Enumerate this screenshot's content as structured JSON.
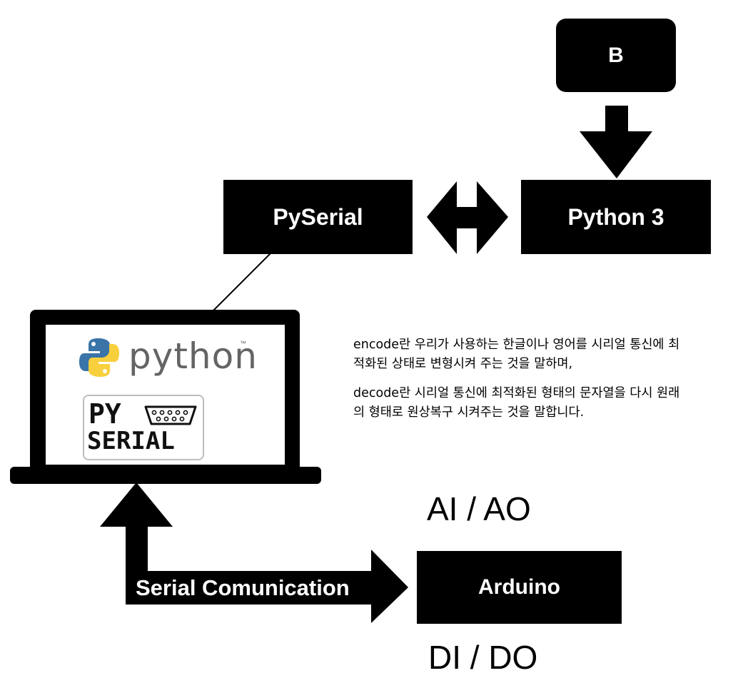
{
  "nodes": {
    "b": "B",
    "pyserial": "PySerial",
    "python3": "Python 3",
    "arduino": "Arduino"
  },
  "edges": {
    "serial_comm": "Serial Comunication"
  },
  "io_labels": {
    "analog": "AI / AO",
    "digital": "DI / DO"
  },
  "note": {
    "encode": "encode란 우리가 사용하는 한글이나 영어를 시리얼 통신에 최적화된 상태로 변형시켜 주는 것을 말하며,",
    "decode": "decode란 시리얼 통신에 최적화된 형태의 문자열을 다시 원래의 형태로 원상복구 시켜주는 것을 말합니다."
  },
  "laptop_screen": {
    "python_logo_text": "python",
    "python_logo_tm": "™",
    "pyserial_logo_top": "PY",
    "pyserial_logo_bottom": "SERIAL"
  },
  "colors": {
    "box_fill": "#000000",
    "text_on_box": "#ffffff",
    "python_blue": "#3a74a8",
    "python_yellow": "#f8cf3d",
    "logo_gray": "#646464"
  },
  "icons": [
    "python-logo-icon",
    "serial-port-icon",
    "laptop-icon"
  ]
}
